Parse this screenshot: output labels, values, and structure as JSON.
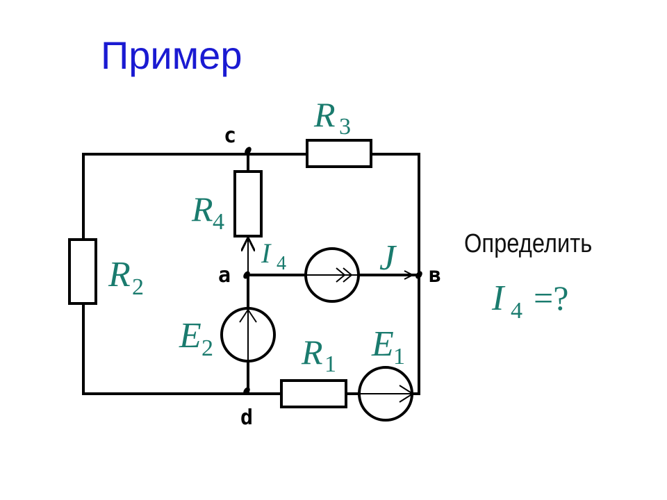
{
  "title": "Пример",
  "question": {
    "label": "Определить",
    "symbol": "I",
    "subscript": "4",
    "tail": "=?"
  },
  "nodes": {
    "c": "c",
    "a": "a",
    "b": "в",
    "d": "d"
  },
  "components": {
    "R1": {
      "symbol": "R",
      "subscript": "1"
    },
    "R2": {
      "symbol": "R",
      "subscript": "2"
    },
    "R3": {
      "symbol": "R",
      "subscript": "3"
    },
    "R4": {
      "symbol": "R",
      "subscript": "4"
    },
    "E1": {
      "symbol": "E",
      "subscript": "1"
    },
    "E2": {
      "symbol": "E",
      "subscript": "2"
    },
    "J": {
      "symbol": "J"
    },
    "I4": {
      "symbol": "I",
      "subscript": "4"
    }
  },
  "colors": {
    "title": "#1a1ad2",
    "labels": "#1a7b6e",
    "wires": "#000000"
  }
}
